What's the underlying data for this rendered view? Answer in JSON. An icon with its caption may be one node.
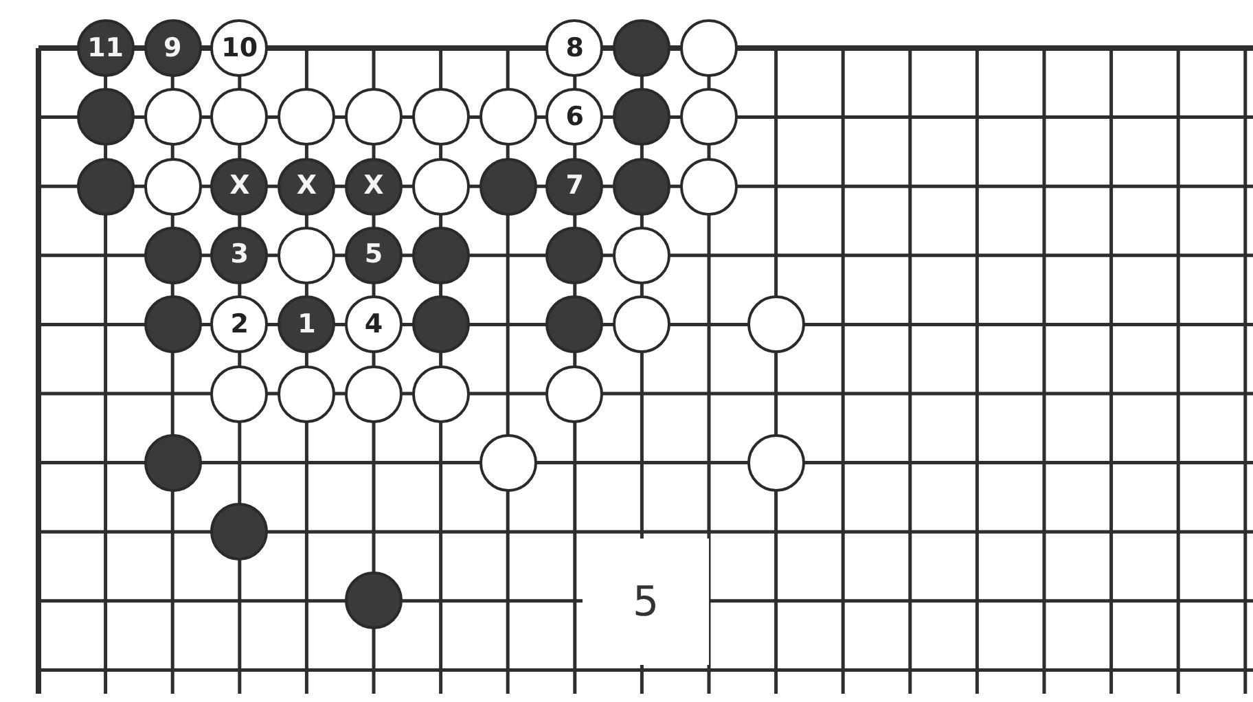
{
  "diagram": {
    "nodes": [
      {
        "text": [
          "11"
        ]
      },
      {
        "text": [
          "9"
        ]
      },
      {
        "text": [
          "10"
        ]
      },
      {
        "text": [
          "8"
        ]
      },
      {
        "text": [],
        "shape": "circle"
      },
      {
        "text": [],
        "shape": "circle"
      },
      {
        "text": [],
        "shape": "circle"
      },
      {
        "text": [],
        "shape": "circle"
      },
      {
        "text": [],
        "shape": "circle"
      },
      {
        "text": [],
        "shape": "circle"
      },
      {
        "text": [],
        "shape": "circle"
      },
      {
        "text": [],
        "shape": "circle"
      },
      {
        "text": [],
        "shape": "circle"
      },
      {
        "text": [
          "6"
        ]
      },
      {
        "text": [],
        "shape": "circle"
      },
      {
        "text": [],
        "shape": "circle"
      },
      {
        "text": [],
        "shape": "circle"
      },
      {
        "text": [],
        "shape": "circle"
      },
      {
        "text": [
          "X"
        ]
      },
      {
        "text": [
          "X"
        ]
      },
      {
        "text": [
          "X"
        ]
      },
      {
        "text": [],
        "shape": "circle"
      },
      {
        "text": [],
        "shape": "circle"
      },
      {
        "text": [
          "7"
        ]
      },
      {
        "text": [],
        "shape": "circle"
      },
      {
        "text": [],
        "shape": "circle"
      },
      {
        "text": [],
        "shape": "circle"
      },
      {
        "text": [
          "3"
        ]
      },
      {
        "text": [],
        "shape": "circle"
      },
      {
        "text": [
          "5"
        ]
      },
      {
        "text": [],
        "shape": "circle"
      },
      {
        "text": [],
        "shape": "circle"
      },
      {
        "text": [],
        "shape": "circle"
      },
      {
        "text": [],
        "shape": "circle"
      },
      {
        "text": [
          "2"
        ]
      },
      {
        "text": [
          "1"
        ]
      },
      {
        "text": [
          "4"
        ]
      },
      {
        "text": [],
        "shape": "circle"
      },
      {
        "text": [],
        "shape": "circle"
      },
      {
        "text": [],
        "shape": "circle"
      },
      {
        "text": [],
        "shape": "circle"
      },
      {
        "text": [],
        "shape": "circle"
      },
      {
        "text": [],
        "shape": "circle"
      },
      {
        "text": [],
        "shape": "circle"
      },
      {
        "text": [],
        "shape": "circle"
      },
      {
        "text": [],
        "shape": "circle"
      },
      {
        "text": [],
        "shape": "circle"
      },
      {
        "text": [],
        "shape": "circle"
      },
      {
        "text": [],
        "shape": "circle"
      },
      {
        "text": [],
        "shape": "circle"
      },
      {
        "text": [],
        "shape": "circle"
      }
    ],
    "labels": [
      "5"
    ]
  }
}
